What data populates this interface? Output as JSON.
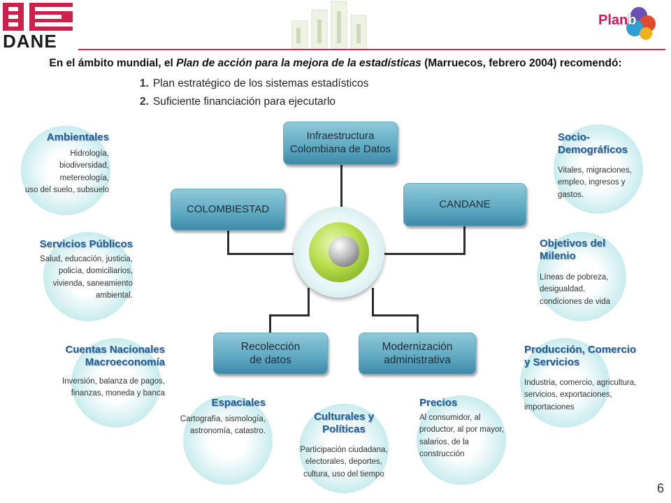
{
  "logo": {
    "text": "DANE",
    "brand_color": "#cf1f4b"
  },
  "plan": {
    "prefix": "Plan",
    "suffix": "b"
  },
  "intro": {
    "part1": "En el ámbito mundial,  el ",
    "emph": "Plan de acción para la mejora de la estadísticas",
    "part2": " (Marruecos, febrero 2004) recomendó:"
  },
  "recommendations": [
    {
      "num": "1.",
      "text": "Plan estratégico de los sistemas estadísticos"
    },
    {
      "num": "2.",
      "text": "Suficiente financiación para ejecutarlo"
    }
  ],
  "boxes": {
    "infra": [
      "Infraestructura",
      "Colombiana de Datos"
    ],
    "colombiestad": "COLOMBIESTAD",
    "candane": "CANDANE",
    "recoleccion": [
      "Recolección",
      "de datos"
    ],
    "modernizacion": [
      "Modernización",
      "administrativa"
    ]
  },
  "categories": {
    "ambientales": {
      "title": "Ambientales",
      "desc": [
        "Hidrología,",
        "biodiversidad,",
        "metereología,",
        "uso del suelo, subsuelo"
      ]
    },
    "servicios": {
      "title": "Servicios Públicos",
      "desc": [
        "Salud, educación, justicia,",
        "policía, domiciliarios,",
        "vivienda, saneamiento",
        "ambiental."
      ]
    },
    "cuentas": {
      "title": [
        "Cuentas Nacionales",
        "Macroeconomía"
      ],
      "desc": [
        "Inversión, balanza de pagos,",
        "finanzas, moneda y banca"
      ]
    },
    "espaciales": {
      "title": "Espaciales",
      "desc": [
        "Cartografía, sismología,",
        "astronomía, catastro."
      ]
    },
    "culturales": {
      "title": [
        "Culturales y",
        "Políticas"
      ],
      "desc": [
        "Participación ciudadana,",
        "electorales, deportes,",
        "cultura, uso del tiempo"
      ]
    },
    "precios": {
      "title": "Precios",
      "desc": [
        "Al consumidor, al",
        "productor, al por mayor,",
        "salarios, de la",
        "construcción"
      ]
    },
    "socio": {
      "title": [
        "Socio-",
        "Demográficos"
      ],
      "desc": [
        "Vitales, migraciones,",
        "empleo, ingresos y",
        "gastos."
      ]
    },
    "objetivos": {
      "title": [
        "Objetivos del",
        "Milenio"
      ],
      "desc": [
        "Líneas de pobreza,",
        "desigualdad,",
        "condiciones de vida"
      ]
    },
    "produccion": {
      "title": [
        "Producción, Comercio",
        "y Servicios"
      ],
      "desc": [
        "Industria, comercio, agricultura,",
        "servicios, exportaciones,",
        "importaciones"
      ]
    }
  },
  "page_number": "6"
}
